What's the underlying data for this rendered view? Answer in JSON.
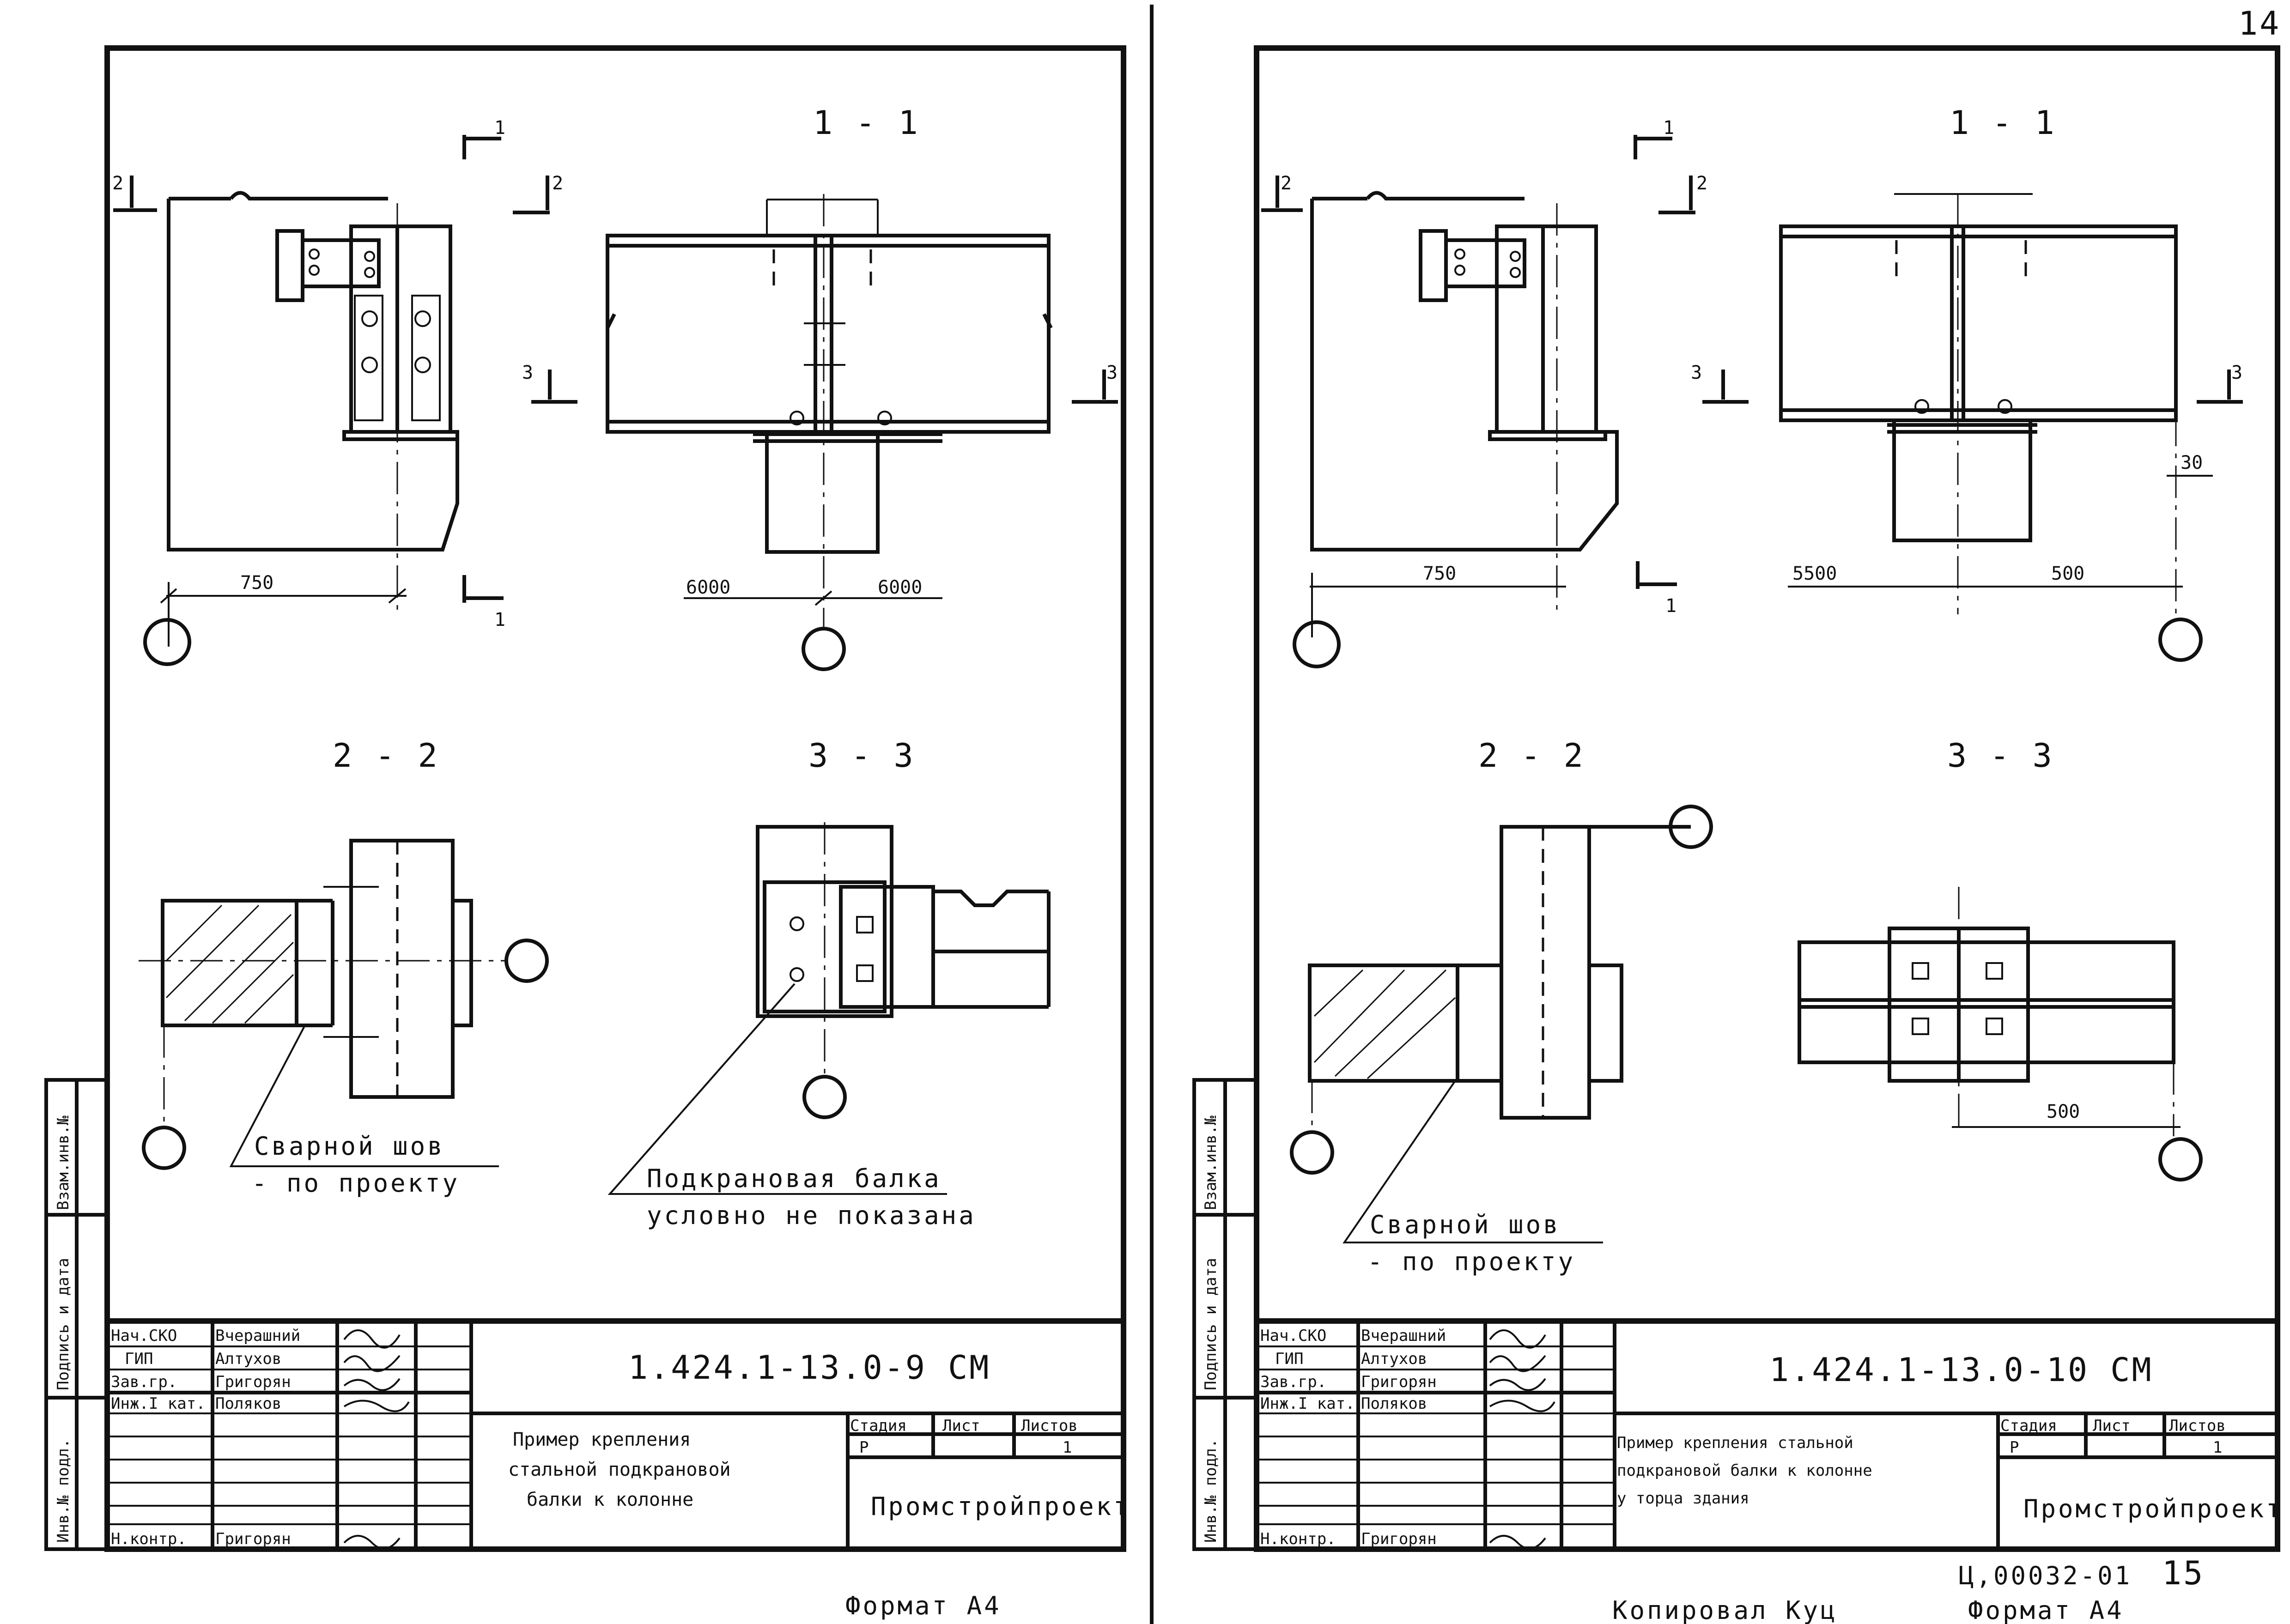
{
  "page_number": "14",
  "footer": {
    "format_left": "Формат А4",
    "copied_by": "Копировал Куц",
    "format_right": "Формат А4",
    "doc_code": "Ц,00032-01",
    "sheet_no": "15"
  },
  "margin_stamp": {
    "inv_podl": "Инв.№ подл.",
    "podpis_data": "Подпись и дата",
    "vzam_inv": "Взам.инв.№"
  },
  "common_title_block": {
    "roles": [
      "Нач.СКО",
      "ГИП",
      "Зав.гр.",
      "Инж.I кат.",
      "Н.контр."
    ],
    "names": [
      "Вчерашний",
      "Алтухов",
      "Григорян",
      "Поляков",
      "Григорян"
    ],
    "stage_header": "Стадия",
    "sheet_header": "Лист",
    "sheets_header": "Листов",
    "stage_value": "Р",
    "sheets_value": "1",
    "organization": "Промстройпроект"
  },
  "left_sheet": {
    "code": "1.424.1-13.0-9 СМ",
    "title_lines": [
      "Пример крепления",
      "стальной подкрановой",
      "балки к колонне"
    ],
    "sections": {
      "s11": "1 - 1",
      "s22": "2 - 2",
      "s33": "3 - 3",
      "mark1": "1",
      "mark2": "2",
      "mark3": "3"
    },
    "dimensions": {
      "d750": "750",
      "d6000_left": "6000",
      "d6000_right": "6000"
    },
    "notes": {
      "weld_1": "Сварной шов",
      "weld_2": "- по проекту",
      "crane_1": "Подкрановая балка",
      "crane_2": "условно не показана"
    }
  },
  "right_sheet": {
    "code": "1.424.1-13.0-10 СМ",
    "title_lines": [
      "Пример крепления стальной",
      "подкрановой балки к колонне",
      "у торца здания"
    ],
    "sections": {
      "s11": "1 - 1",
      "s22": "2 - 2",
      "s33": "3 - 3",
      "mark1": "1",
      "mark2": "2",
      "mark3": "3"
    },
    "dimensions": {
      "d750": "750",
      "d5500": "5500",
      "d500_top": "500",
      "d30": "30",
      "d500_bottom": "500"
    },
    "notes": {
      "weld_1": "Сварной шов",
      "weld_2": "- по проекту"
    }
  }
}
